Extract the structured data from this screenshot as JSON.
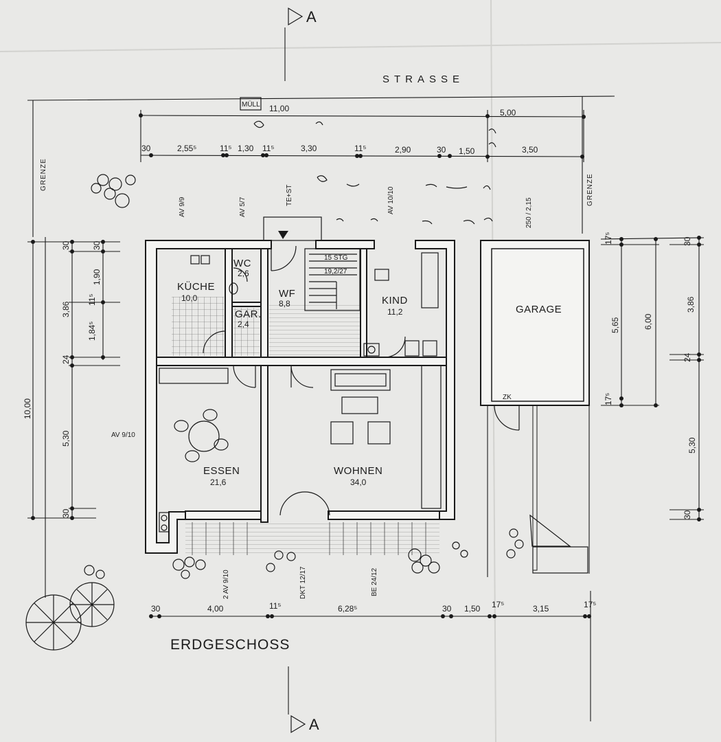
{
  "title": "ERDGESCHOSS",
  "section_marker": "A",
  "street": "STRASSE",
  "boundary": "GRENZE",
  "rooms": {
    "kueche": {
      "name": "KÜCHE",
      "area": "10,0"
    },
    "wc": {
      "name": "WC",
      "area": "2,6"
    },
    "gar": {
      "name": "GAR.",
      "area": "2,4"
    },
    "wf": {
      "name": "WF",
      "area": "8,8"
    },
    "kind": {
      "name": "KIND",
      "area": "11,2"
    },
    "essen": {
      "name": "ESSEN",
      "area": "21,6"
    },
    "wohnen": {
      "name": "WOHNEN",
      "area": "34,0"
    },
    "garage": {
      "name": "GARAGE"
    }
  },
  "stair": {
    "steps": "15 STG",
    "ratio": "19,2/27"
  },
  "labels": {
    "muell": "MÜLL",
    "te_st": "TE+ST",
    "zk": "ZK",
    "av_9_9": "AV 9/9",
    "av_5_7": "AV 5/7",
    "av_10_10": "AV 10/10",
    "av_9_10": "AV 9/10",
    "av_2_9_10": "2 AV 9/10",
    "dkt": "DKT 12/17",
    "be": "BE 24/12",
    "door_h": "250 / 2,15"
  },
  "dims_top_outer": [
    "11,00",
    "5,00"
  ],
  "dims_top_inner": [
    "30",
    "2,55⁵",
    "11⁵",
    "1,30",
    "11⁵",
    "3,30",
    "11⁵",
    "2,90",
    "30",
    "1,50",
    "3,50"
  ],
  "dims_bottom": [
    "30",
    "4,00",
    "11⁵",
    "6,28⁵",
    "30",
    "1,50",
    "17⁵",
    "3,15",
    "17⁵"
  ],
  "dims_left": [
    "10,00",
    "30",
    "3,86",
    "24",
    "5,30",
    "30",
    "30",
    "1,90",
    "11⁵",
    "1,84⁵"
  ],
  "dims_right": [
    "17⁵",
    "5,65",
    "6,00",
    "17⁵",
    "30",
    "3,86",
    "24",
    "5,30",
    "30"
  ]
}
